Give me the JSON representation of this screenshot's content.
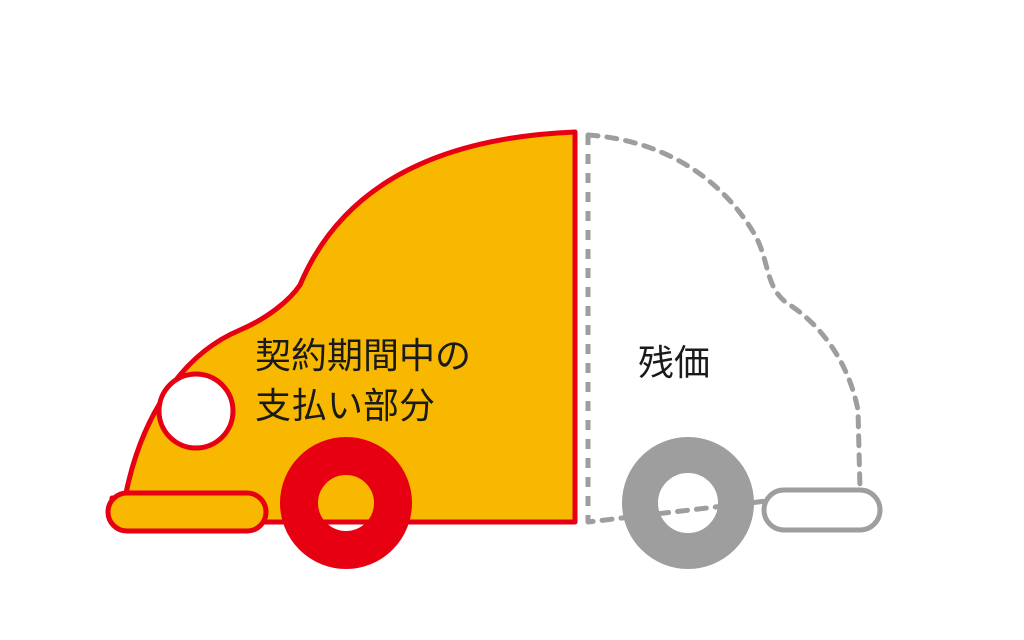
{
  "paid_portion": {
    "label_lines": [
      "契約期間中の",
      "支払い部分"
    ]
  },
  "residual_portion": {
    "label": "残価"
  },
  "colors": {
    "paid_fill": "#F8B800",
    "paid_outline": "#E60012",
    "residual_outline": "#9E9E9E",
    "background": "#FFFFFF"
  }
}
